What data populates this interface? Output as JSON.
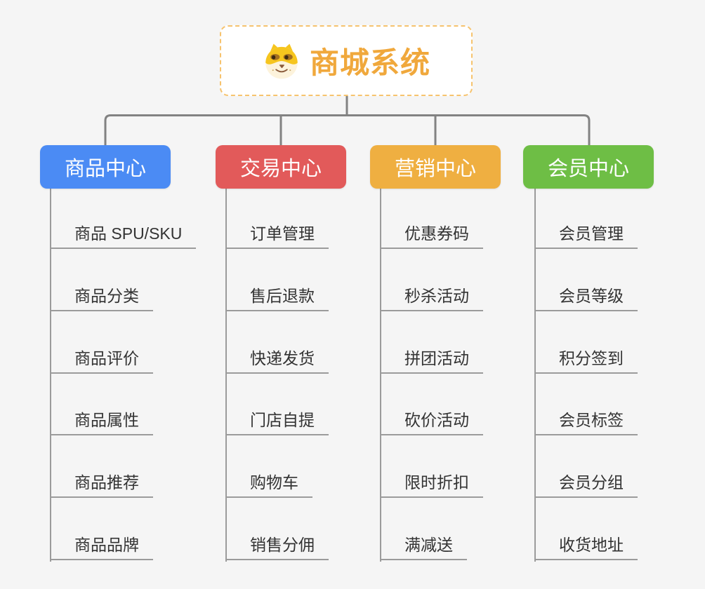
{
  "root": {
    "title": "商城系统",
    "icon": "dog-face-icon",
    "title_color": "#f0a83c",
    "border_color": "#f6c36e"
  },
  "connector_color": "#828282",
  "leaf_line_color": "#9b9b9b",
  "branches": [
    {
      "label": "商品中心",
      "color": "#4b8bf4",
      "items": [
        "商品 SPU/SKU",
        "商品分类",
        "商品评价",
        "商品属性",
        "商品推荐",
        "商品品牌"
      ]
    },
    {
      "label": "交易中心",
      "color": "#e25a5a",
      "items": [
        "订单管理",
        "售后退款",
        "快递发货",
        "门店自提",
        "购物车",
        "销售分佣"
      ]
    },
    {
      "label": "营销中心",
      "color": "#efaf41",
      "items": [
        "优惠券码",
        "秒杀活动",
        "拼团活动",
        "砍价活动",
        "限时折扣",
        "满减送"
      ]
    },
    {
      "label": "会员中心",
      "color": "#6ebe45",
      "items": [
        "会员管理",
        "会员等级",
        "积分签到",
        "会员标签",
        "会员分组",
        "收货地址"
      ]
    }
  ]
}
